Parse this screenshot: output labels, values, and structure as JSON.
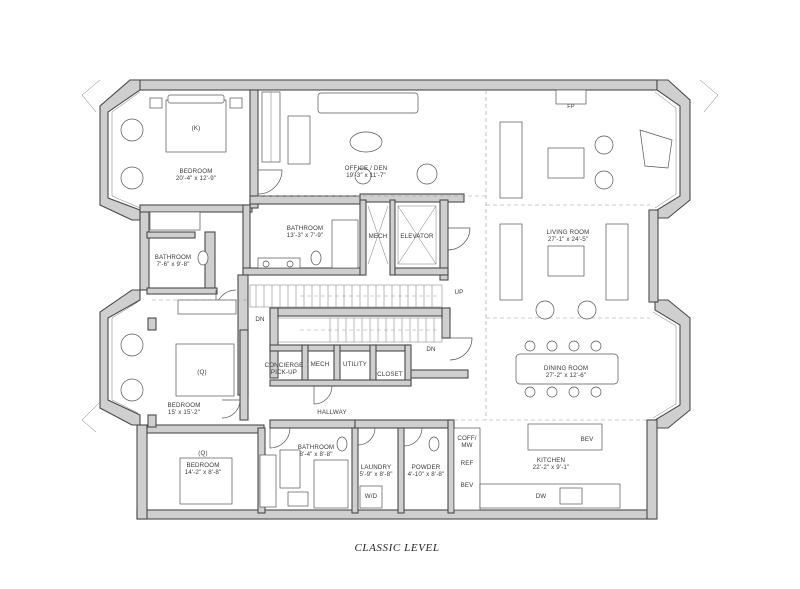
{
  "plan_title": "CLASSIC LEVEL",
  "rooms": {
    "bedroom_primary": {
      "name": "BEDROOM",
      "dims": "20'-4\" x 12'-9\"",
      "bed": "(K)"
    },
    "office": {
      "name": "OFFICE / DEN",
      "dims": "19'-3\" x 11'-7\""
    },
    "fireplace": "FP",
    "bathroom_center": {
      "name": "BATHROOM",
      "dims": "13'-3\" x 7'-9\""
    },
    "mech_top": "MECH",
    "elevator": "ELEVATOR",
    "living": {
      "name": "LIVING ROOM",
      "dims": "27'-1\" x 24'-5\""
    },
    "bathroom_left": {
      "name": "BATHROOM",
      "dims": "7'-6\" x 9'-8\""
    },
    "bedroom_mid": {
      "name": "BEDROOM",
      "dims": "15' x 15'-2\"",
      "bed": "(Q)"
    },
    "concierge": {
      "line1": "CONCIERGE",
      "line2": "PICK-UP"
    },
    "mech_mid": "MECH",
    "utility": "UTILITY",
    "closet": "CLOSET",
    "hallway": "HALLWAY",
    "dining": {
      "name": "DINING ROOM",
      "dims": "27'-2\" x 12'-6\""
    },
    "bedroom_bottom": {
      "name": "BEDROOM",
      "dims": "14'-2\" x 8'-8\"",
      "bed": "(Q)"
    },
    "bathroom_bottom": {
      "name": "BATHROOM",
      "dims": "8'-4\" x 8'-8\""
    },
    "laundry": {
      "name": "LAUNDRY",
      "dims": "5'-9\" x 8'-8\""
    },
    "washer_dryer": "W/D",
    "powder": {
      "name": "POWDER",
      "dims": "4'-10\" x 8'-8\""
    },
    "coffee": {
      "line1": "COFF/",
      "line2": "MW"
    },
    "ref": "REF",
    "bev_left": "BEV",
    "bev_island": "BEV",
    "kitchen": {
      "name": "KITCHEN",
      "dims": "22'-2\" x 9'-1\""
    },
    "dw": "DW"
  },
  "stairs": {
    "up": "UP",
    "dn_left": "DN",
    "dn_right": "DN"
  }
}
